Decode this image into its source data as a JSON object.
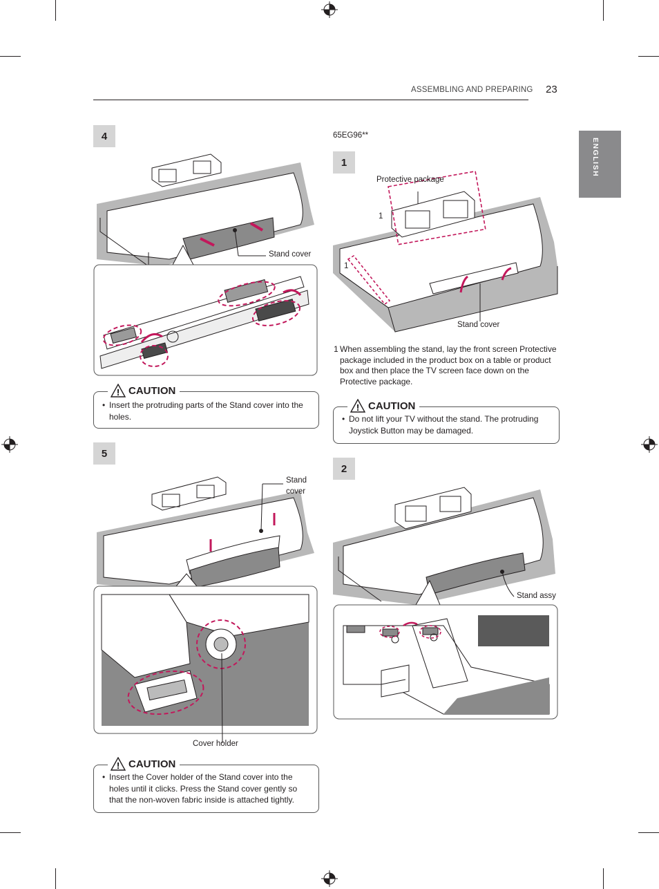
{
  "header": {
    "section_title": "ASSEMBLING AND PREPARING",
    "page_number": "23",
    "language_tab": "ENGLISH"
  },
  "left": {
    "step4": {
      "number": "4",
      "callout_stand_cover": "Stand cover",
      "caution_title": "CAUTION",
      "caution_text": "Insert the protruding parts of the Stand cover into the holes."
    },
    "step5": {
      "number": "5",
      "callout_stand_cover_1": "Stand",
      "callout_stand_cover_2": "cover",
      "callout_cover_holder": "Cover holder",
      "caution_title": "CAUTION",
      "caution_text": "Insert the Cover holder of the Stand cover into the holes until it clicks. Press the Stand cover gently so that the non-woven fabric inside is attached tightly."
    }
  },
  "right": {
    "model": "65EG96**",
    "step1": {
      "number": "1",
      "callout_protective_package": "Protective package",
      "callout_ref_1": "1",
      "callout_ref_2": "1",
      "callout_stand_cover": "Stand cover",
      "note_marker": "1",
      "note_text": "When assembling the stand, lay the front screen Protective package included in the product box on a table or product box and then place the TV screen face down on the Protective package.",
      "caution_title": "CAUTION",
      "caution_text": "Do not lift your TV without the stand. The protruding Joystick Button may be damaged."
    },
    "step2": {
      "number": "2",
      "callout_stand_assy": "Stand assy"
    }
  },
  "colors": {
    "accent_magenta": "#c2185b",
    "tab_gray": "#8a8a8c",
    "step_box_gray": "#d5d5d5"
  }
}
